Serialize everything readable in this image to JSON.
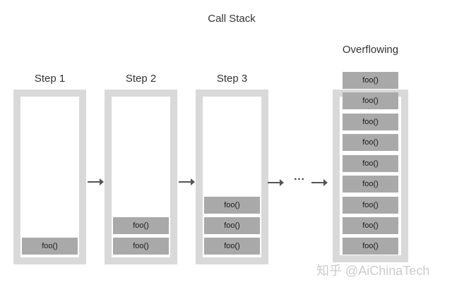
{
  "title": "Call Stack",
  "columns": [
    {
      "label": "Step 1",
      "blocks": [
        "foo()"
      ]
    },
    {
      "label": "Step 2",
      "blocks": [
        "foo()",
        "foo()"
      ]
    },
    {
      "label": "Step 3",
      "blocks": [
        "foo()",
        "foo()",
        "foo()"
      ]
    },
    {
      "label": "Overflowing",
      "blocks": [
        "foo()",
        "foo()",
        "foo()",
        "foo()",
        "foo()",
        "foo()",
        "foo()",
        "foo()",
        "foo()"
      ]
    }
  ],
  "connectors": {
    "ellipsis": "..."
  },
  "watermark": "知乎 @AiChinaTech",
  "colors": {
    "frame": "#d9d9d9",
    "block": "#a9a9a9",
    "text": "#333333",
    "watermark": "#cccccc"
  }
}
